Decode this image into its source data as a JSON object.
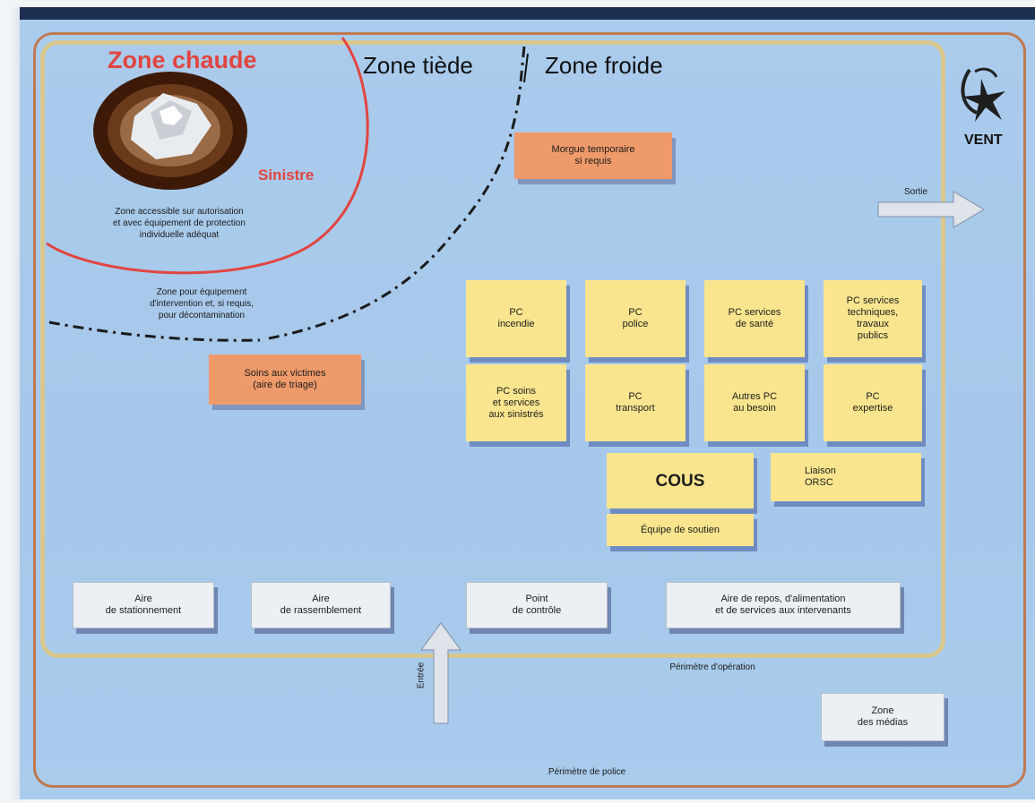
{
  "zones": {
    "hot_title": "Zone chaude",
    "warm_title": "Zone tiède",
    "cold_title": "Zone froide",
    "sinistre": "Sinistre",
    "hot_description": "Zone accessible sur autorisation\net avec équipement de protection\nindividuelle adéquat",
    "warm_description": "Zone pour équipement\nd'intervention et, si requis,\npour décontamination"
  },
  "wind": {
    "label": "VENT"
  },
  "exit": {
    "label": "Sortie"
  },
  "entry": {
    "label": "Entrée"
  },
  "orange_boxes": {
    "morgue": "Morgue temporaire\nsi requis",
    "triage": "Soins aux victimes\n(aire de triage)"
  },
  "command_posts": [
    "PC\nincendie",
    "PC\npolice",
    "PC services\nde santé",
    "PC services\ntechniques,\ntravaux\npublics",
    "PC soins\net services\naux sinistrés",
    "PC\ntransport",
    "Autres PC\nau besoin",
    "PC\nexpertise"
  ],
  "cous": {
    "label": "COUS"
  },
  "support_team": {
    "label": "Équipe de soutien"
  },
  "liaison": {
    "label": "Liaison\nORSC"
  },
  "grey_boxes": {
    "parking": "Aire\nde stationnement",
    "assembly": "Aire\nde rassemblement",
    "control": "Point\nde contrôle",
    "rest": "Aire de repos, d'alimentation\net de services aux intervenants",
    "media": "Zone\ndes médias"
  },
  "perimeters": {
    "operations": "Périmètre d'opération",
    "police": "Périmètre de police"
  },
  "colors": {
    "hot_zone": "#e2453f",
    "post_fill": "#f9e58e",
    "orange_fill": "#ef9a6a",
    "board": "#a8c9eb",
    "ops_border": "#d8c88e",
    "police_border": "#bf7a52"
  }
}
